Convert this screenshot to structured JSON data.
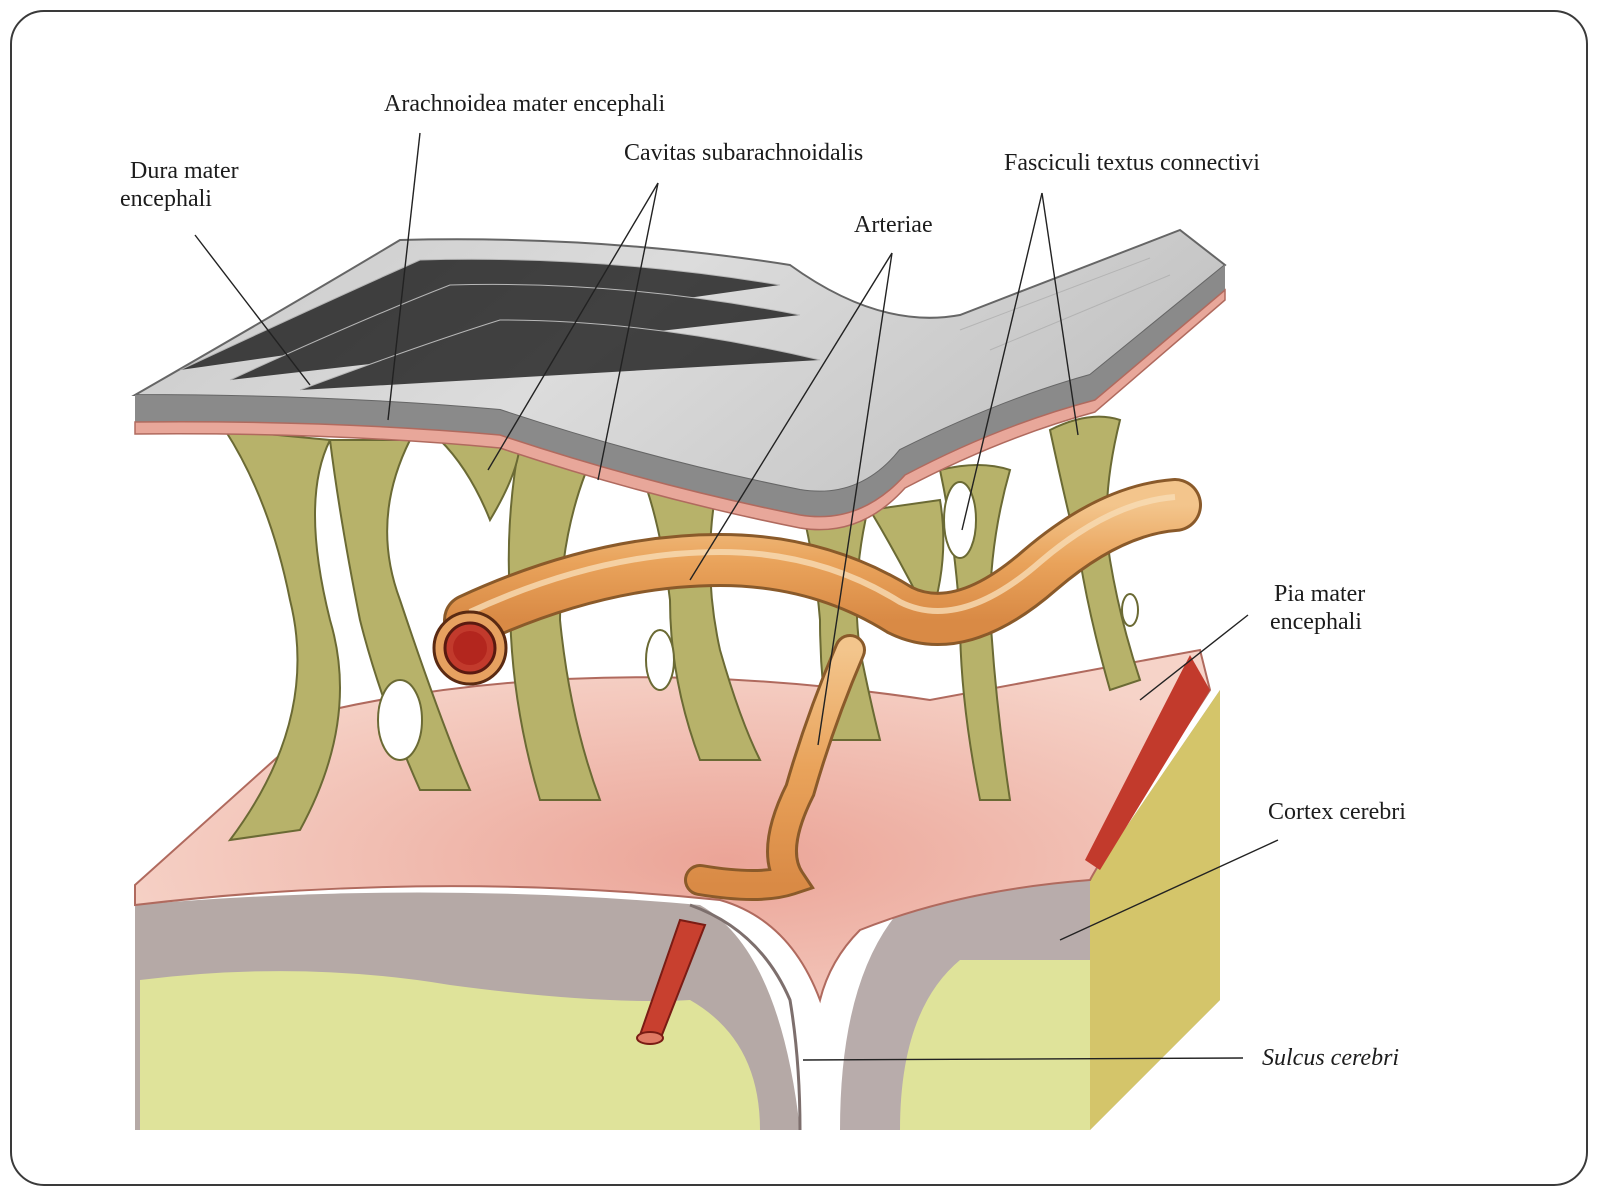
{
  "labels": {
    "dura_mater_line1": "Dura mater",
    "dura_mater_line2": "encephali",
    "arachnoidea": "Arachnoidea mater encephali",
    "cavitas": "Cavitas subarachnoidalis",
    "arteriae": "Arteriae",
    "fasciculi": "Fasciculi textus connectivi",
    "pia_mater_line1": "Pia mater",
    "pia_mater_line2": "encephali",
    "cortex": "Cortex cerebri",
    "sulcus": "Sulcus cerebri"
  },
  "colors": {
    "dura": "#b9b9b9",
    "arachnoid_trabeculae": "#b7b26a",
    "pia": "#e8a79a",
    "artery": "#e8a45e",
    "vessel_lumen": "#b3261e",
    "cortex_gray": "#b5a9a6",
    "white_matter": "#dfe39a"
  }
}
